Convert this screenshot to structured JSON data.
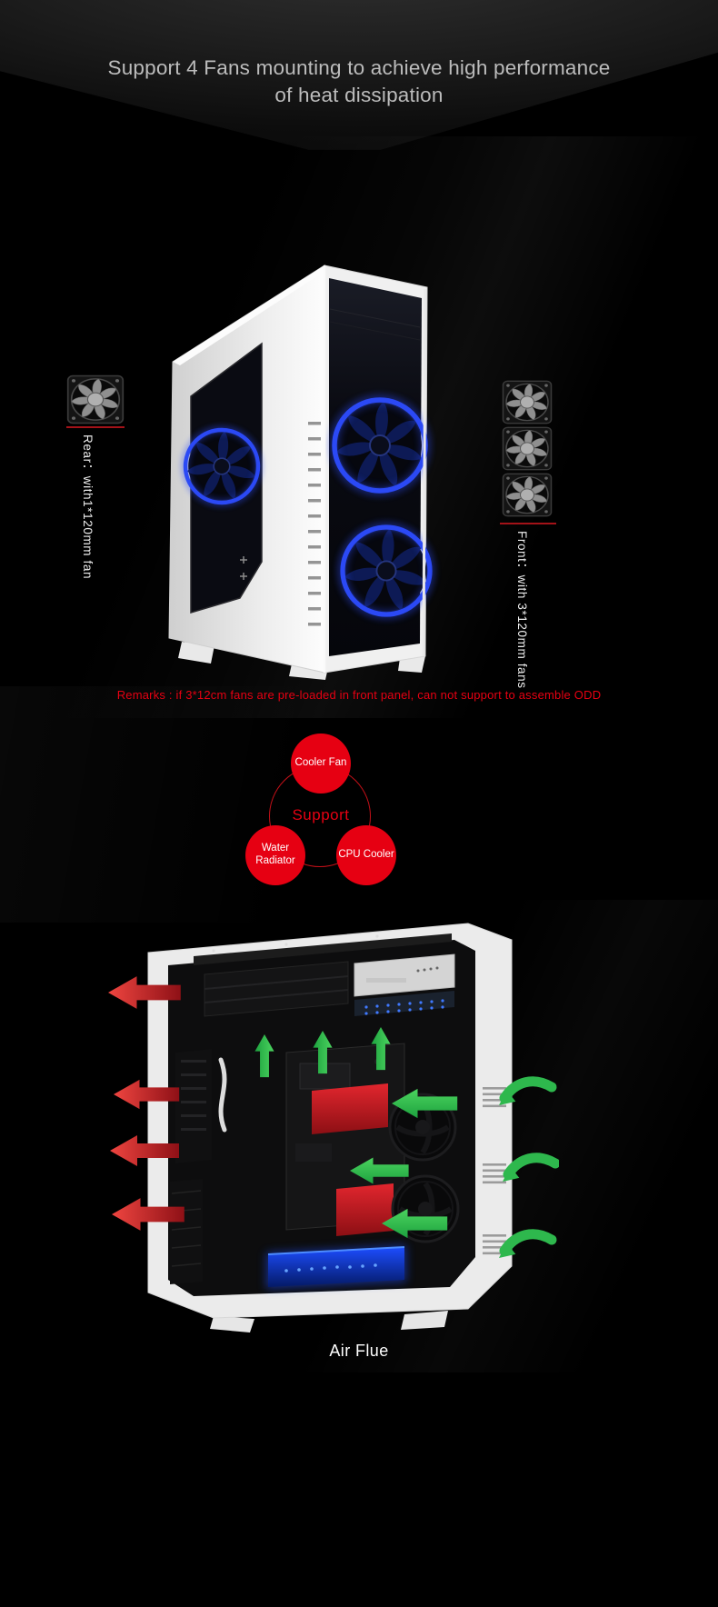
{
  "hero": {
    "title_line1": "Support 4 Fans mounting to achieve high performance",
    "title_line2": "of heat dissipation"
  },
  "fan_annotations": {
    "rear_label": "Rear：with1*120mm fan",
    "rear_fan_icon_count": 1,
    "front_label": "Front：with 3*120mm fans",
    "front_fan_icon_count": 3
  },
  "remarks": "Remarks : if 3*12cm fans are pre-loaded in front panel, can not support to assemble ODD",
  "support_diagram": {
    "center_label": "Support",
    "nodes": [
      "Cooler Fan",
      "Water Radiator",
      "CPU Cooler"
    ]
  },
  "airflow_diagram": {
    "caption": "Air Flue"
  },
  "colors": {
    "accent_red": "#e60012",
    "led_blue": "#2b49f5",
    "arrow_green": "#2eb84d",
    "arrow_red": "#d8242e",
    "case_white": "#ededed",
    "title_gray": "#bcbcbc"
  }
}
